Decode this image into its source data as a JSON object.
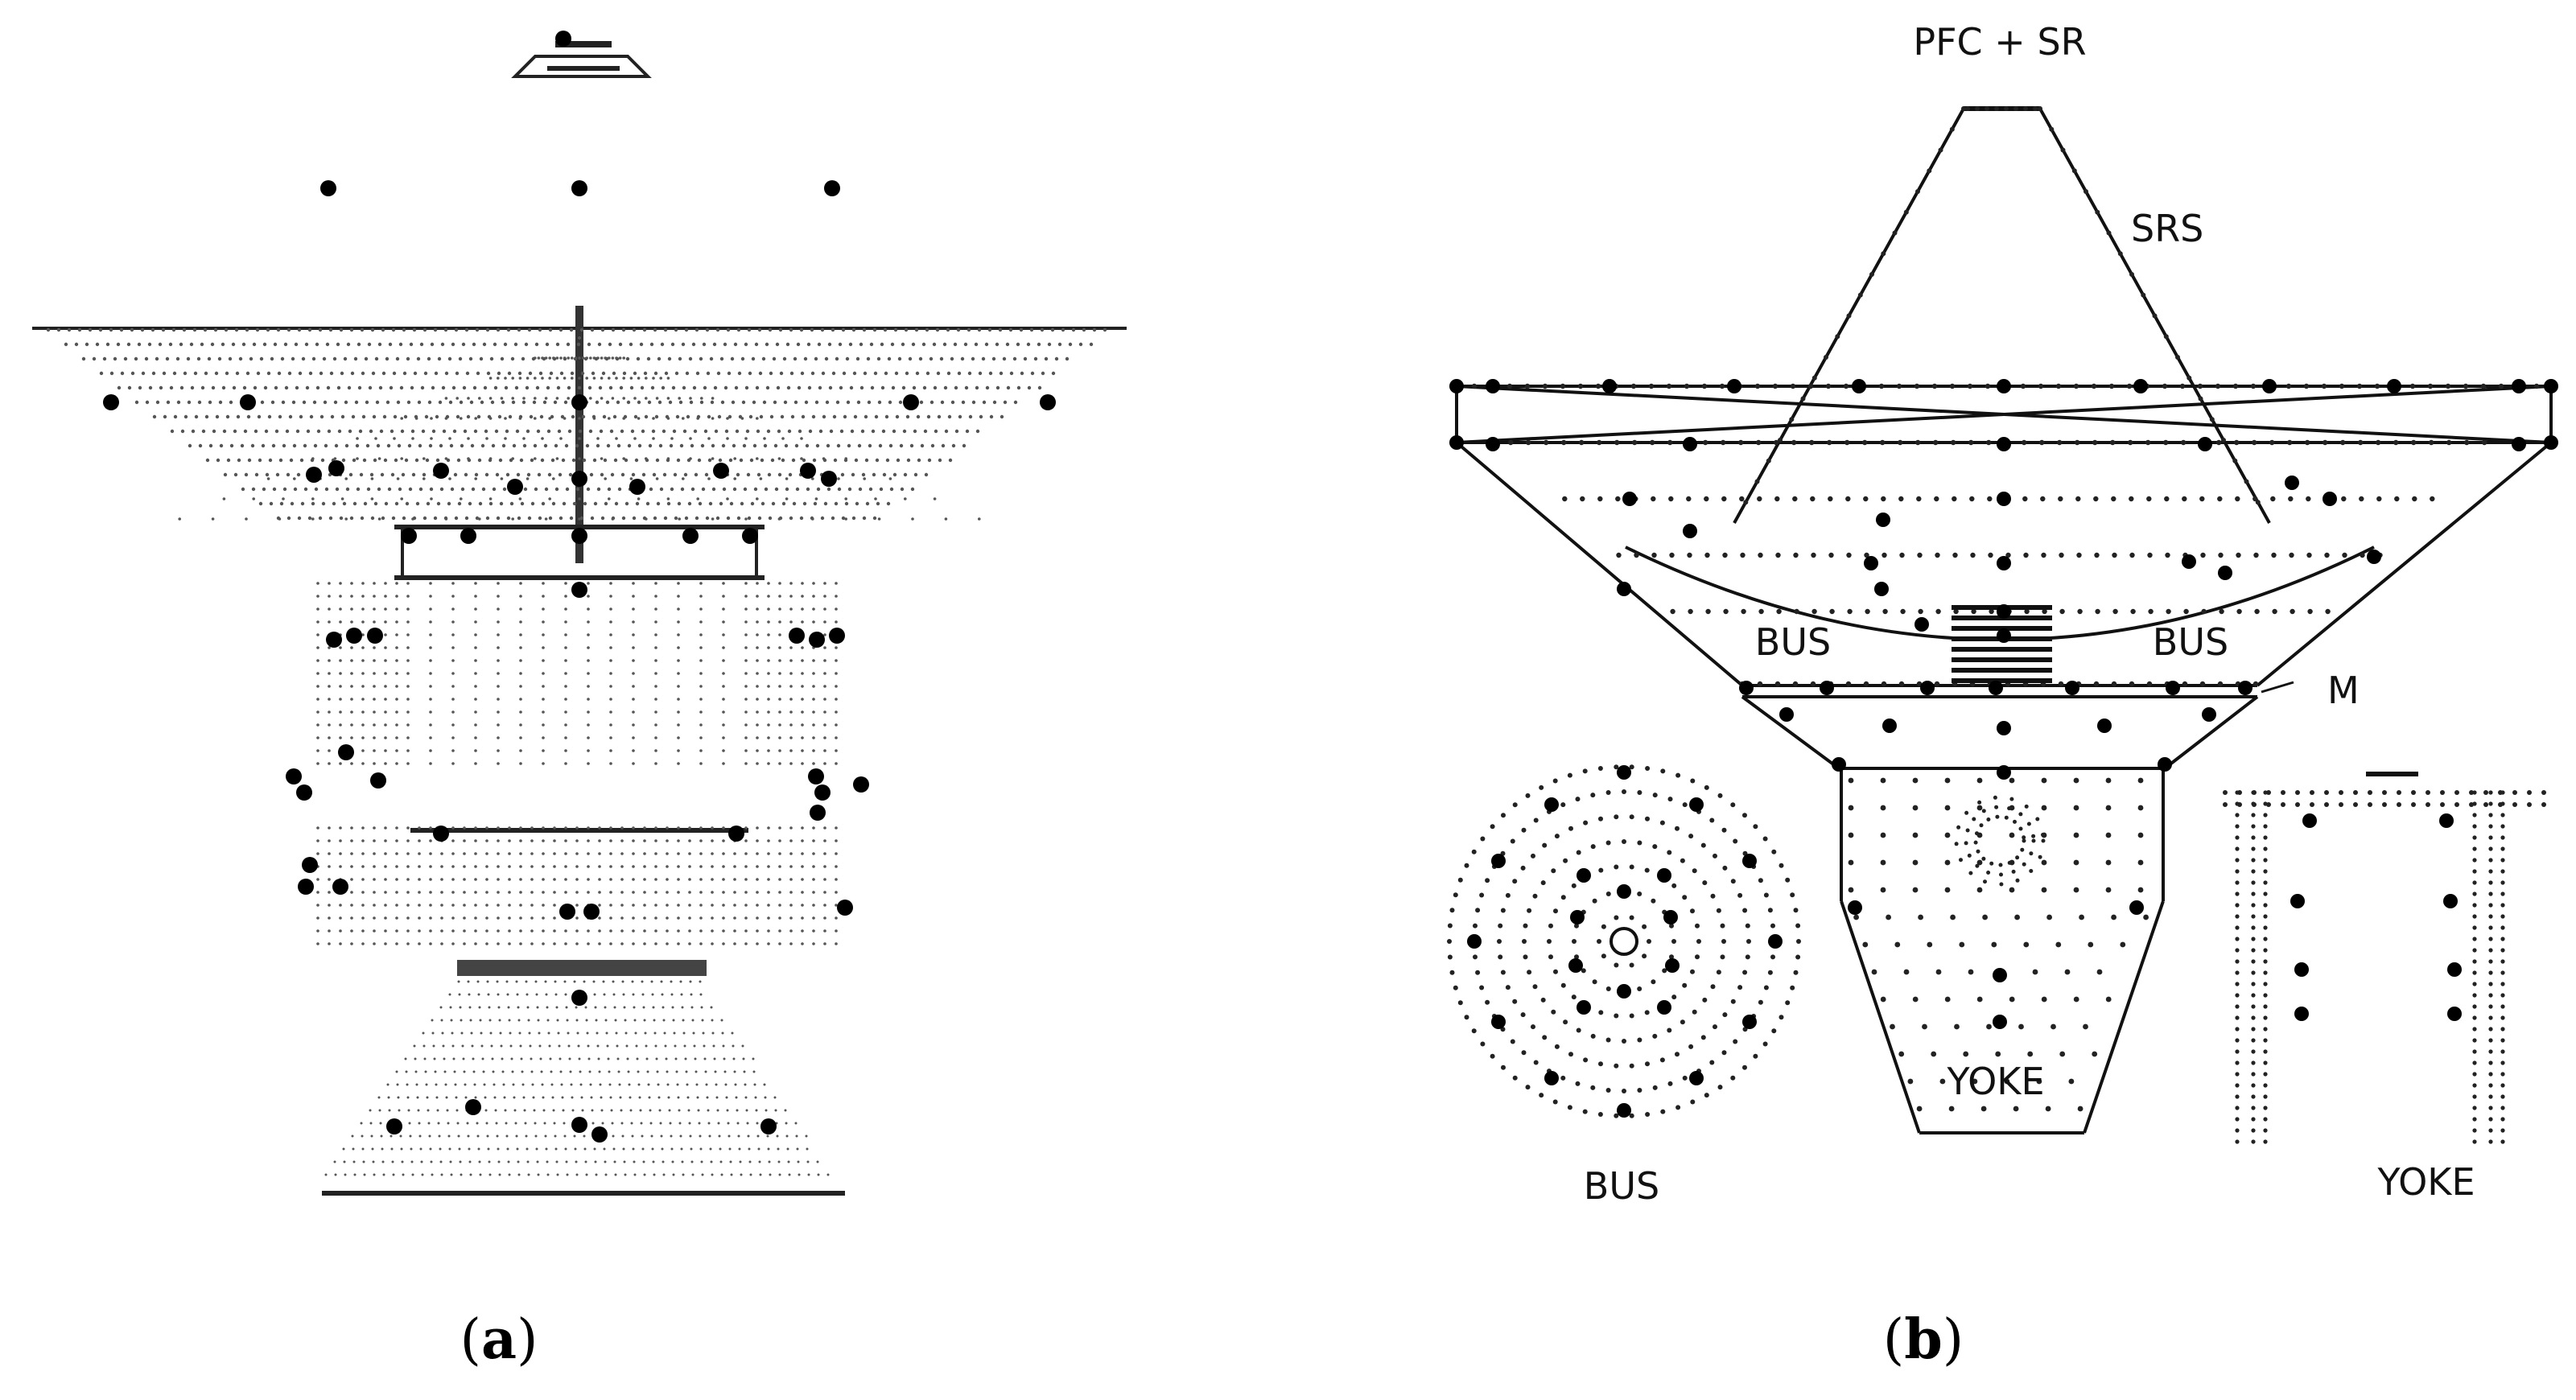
{
  "panel_a": {
    "caption_letter": "a"
  },
  "panel_b": {
    "caption_letter": "b",
    "labels": {
      "pfc_sr": "PFC + SR",
      "srs": "SRS",
      "bus_left": "BUS",
      "bus_right": "BUS",
      "m": "M",
      "yoke_center": "YOKE",
      "bus_bottom": "BUS",
      "yoke_bottom": "YOKE"
    }
  },
  "colors": {
    "line": "#000000",
    "node_light": "#555555",
    "background": "#ffffff"
  }
}
